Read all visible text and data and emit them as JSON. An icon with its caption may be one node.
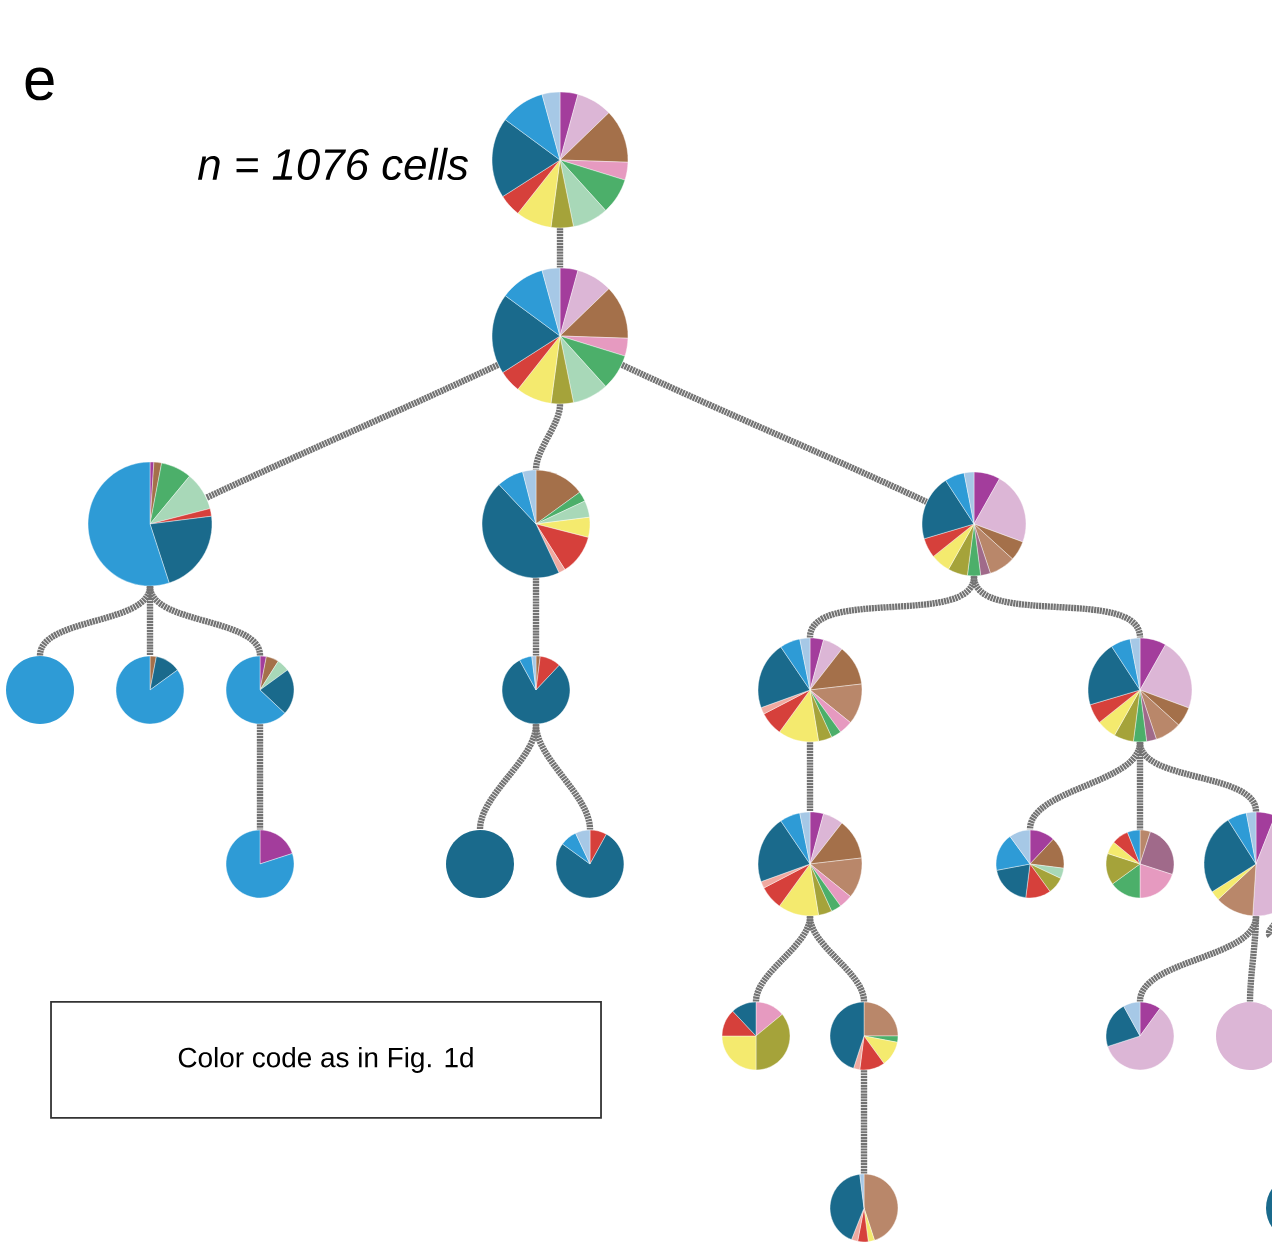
{
  "diagram": {
    "nodes": [
      {
        "text": [],
        "shape": "circle",
        "beside": [
          "n = 1076 cells"
        ]
      },
      {
        "text": [],
        "shape": "circle"
      },
      {
        "text": [],
        "shape": "circle"
      },
      {
        "text": [],
        "shape": "circle"
      },
      {
        "text": [],
        "shape": "circle"
      },
      {
        "text": [],
        "shape": "circle"
      },
      {
        "text": [],
        "shape": "circle"
      },
      {
        "text": [],
        "shape": "circle"
      },
      {
        "text": [],
        "shape": "circle"
      },
      {
        "text": [],
        "shape": "circle"
      },
      {
        "text": [],
        "shape": "circle"
      },
      {
        "text": [],
        "shape": "circle"
      },
      {
        "text": [],
        "shape": "circle"
      },
      {
        "text": [],
        "shape": "circle"
      },
      {
        "text": [],
        "shape": "circle"
      },
      {
        "text": [],
        "shape": "circle"
      },
      {
        "text": [],
        "shape": "circle"
      },
      {
        "text": [],
        "shape": "circle"
      },
      {
        "text": [],
        "shape": "circle"
      },
      {
        "text": [],
        "shape": "circle"
      },
      {
        "text": [],
        "shape": "circle"
      },
      {
        "text": [],
        "shape": "circle"
      },
      {
        "text": [],
        "shape": "circle"
      },
      {
        "text": [],
        "shape": "circle"
      },
      {
        "text": [
          "Color code as in Fig. 1d"
        ]
      }
    ],
    "edges": [
      {
        "from": 0,
        "to": 1,
        "arrow": "none"
      },
      {
        "from": 1,
        "to": 2,
        "arrow": "none"
      },
      {
        "from": 1,
        "to": 3,
        "arrow": "none"
      },
      {
        "from": 1,
        "to": 4,
        "arrow": "none"
      },
      {
        "from": 2,
        "to": 5,
        "arrow": "none"
      },
      {
        "from": 2,
        "to": 6,
        "arrow": "none"
      },
      {
        "from": 2,
        "to": 7,
        "arrow": "none"
      },
      {
        "from": 7,
        "to": 8,
        "arrow": "none"
      },
      {
        "from": 3,
        "to": 9,
        "arrow": "none"
      },
      {
        "from": 9,
        "to": 10,
        "arrow": "none"
      },
      {
        "from": 9,
        "to": 11,
        "arrow": "none"
      },
      {
        "from": 4,
        "to": 12,
        "arrow": "none"
      },
      {
        "from": 4,
        "to": 13,
        "arrow": "none"
      },
      {
        "from": 12,
        "to": 14,
        "arrow": "none"
      },
      {
        "from": 13,
        "to": 15,
        "arrow": "none"
      },
      {
        "from": 13,
        "to": 16,
        "arrow": "none"
      },
      {
        "from": 13,
        "to": 17,
        "arrow": "none"
      },
      {
        "from": 14,
        "to": 18,
        "arrow": "none"
      },
      {
        "from": 14,
        "to": 19,
        "arrow": "none"
      },
      {
        "from": 19,
        "to": 20,
        "arrow": "none"
      },
      {
        "from": 17,
        "to": 21,
        "arrow": "none"
      },
      {
        "from": 17,
        "to": 22,
        "arrow": "none"
      },
      {
        "from": 17,
        "to": null,
        "arrow": "none"
      }
    ],
    "labels": [
      "e"
    ]
  }
}
